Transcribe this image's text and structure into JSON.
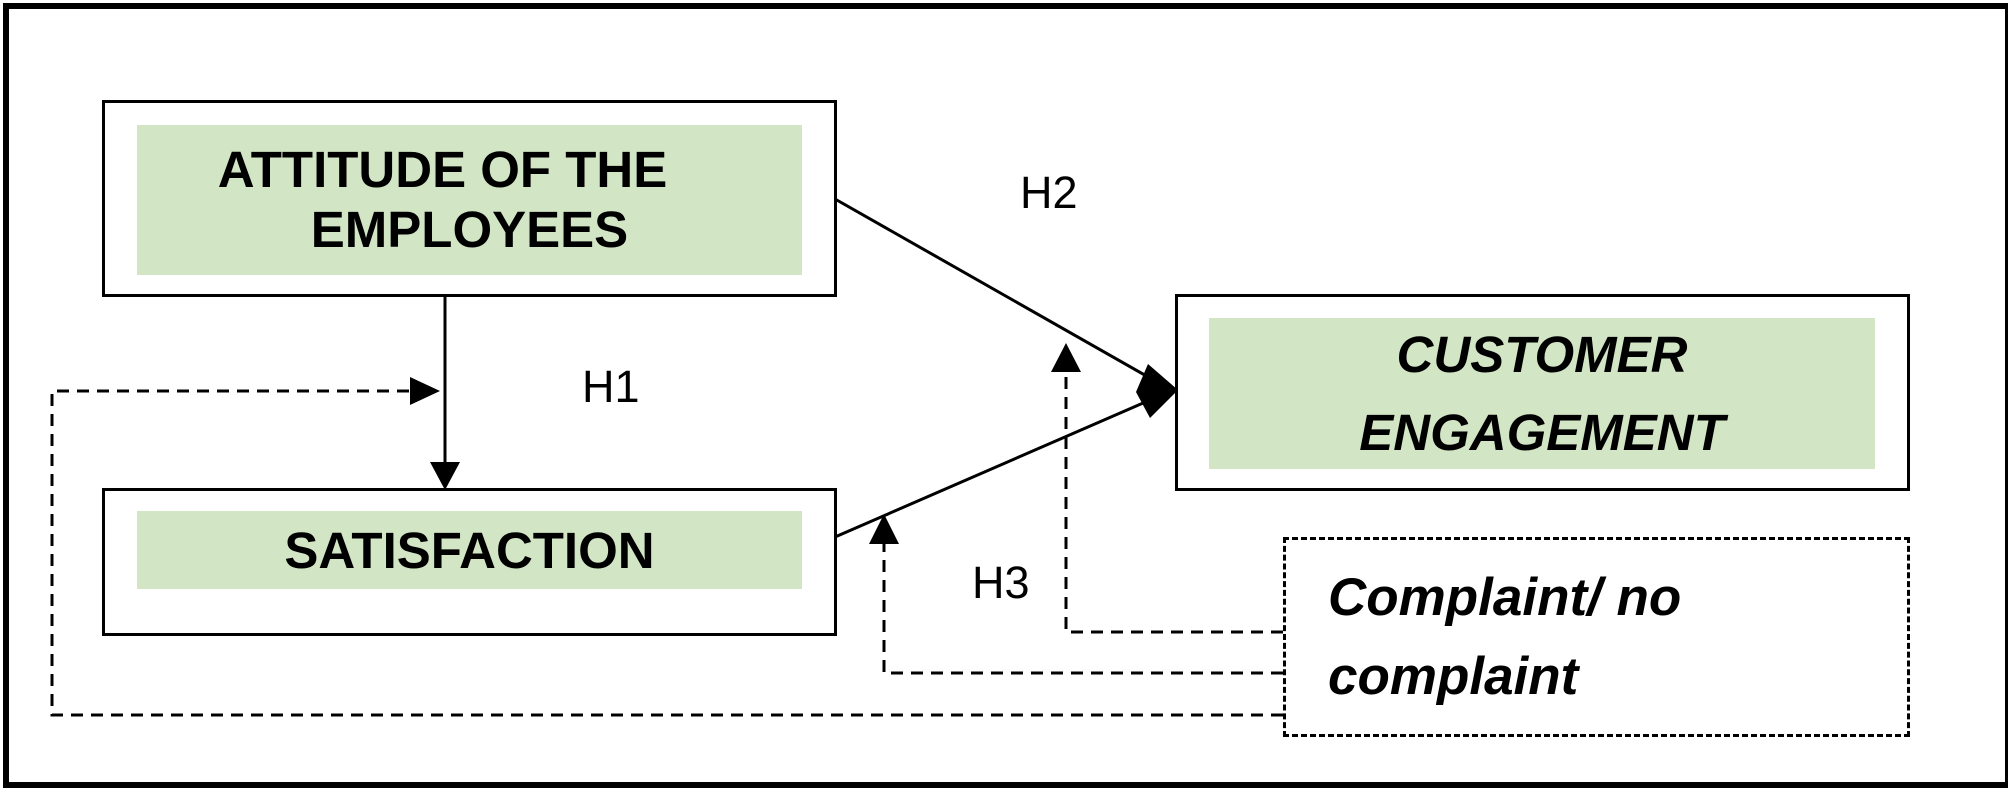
{
  "nodes": {
    "attitude": {
      "line1": "ATTITUDE OF THE",
      "line2": "EMPLOYEES"
    },
    "satisfaction": {
      "label": "SATISFACTION"
    },
    "engagement": {
      "line1": "CUSTOMER",
      "line2": "ENGAGEMENT"
    },
    "moderator": {
      "line1": "Complaint/ no",
      "line2": "complaint"
    }
  },
  "hypotheses": {
    "h1": "H1",
    "h2": "H2",
    "h3": "H3"
  },
  "colors": {
    "box_fill": "#d2e5c5",
    "line": "#000000"
  }
}
